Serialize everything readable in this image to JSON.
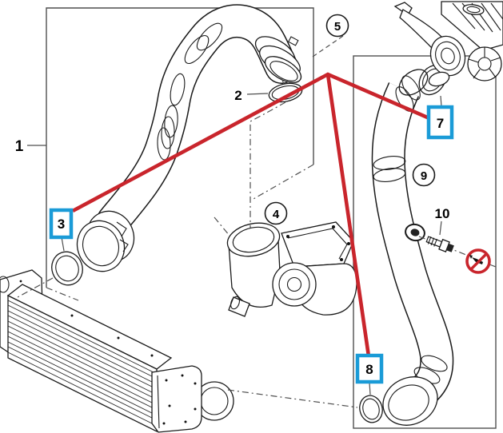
{
  "diagram_title": "charge-air-intercooler-parts-diagram",
  "callouts": {
    "c1": {
      "label": "1",
      "marker": "plain"
    },
    "c2": {
      "label": "2",
      "marker": "plain"
    },
    "c3": {
      "label": "3",
      "marker": "blue-box"
    },
    "c4": {
      "label": "4",
      "marker": "circle"
    },
    "c5": {
      "label": "5",
      "marker": "circle"
    },
    "c7": {
      "label": "7",
      "marker": "blue-box"
    },
    "c8": {
      "label": "8",
      "marker": "blue-box"
    },
    "c9": {
      "label": "9",
      "marker": "circle"
    },
    "c10": {
      "label": "10",
      "marker": "plain"
    }
  },
  "colors": {
    "highlight_blue": "#1a9bd7",
    "connector_red": "#c9252c"
  }
}
